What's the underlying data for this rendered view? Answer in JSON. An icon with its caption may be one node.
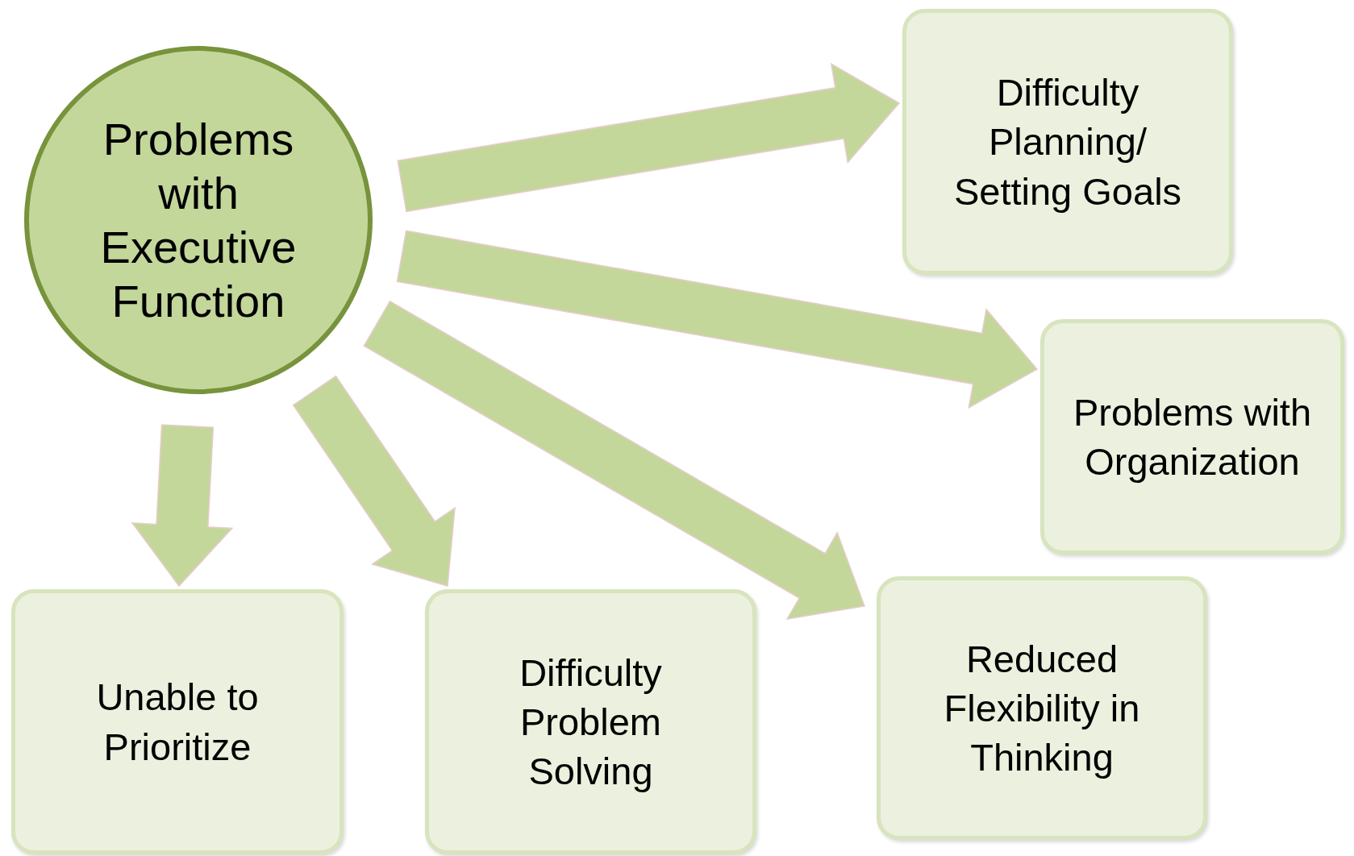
{
  "diagram": {
    "nodes": [
      {
        "text": [
          "Problems with Executive Function"
        ]
      },
      {
        "text": [
          "Difficulty Planning/ Setting Goals"
        ]
      },
      {
        "text": [
          "Problems with Organization"
        ]
      },
      {
        "text": [
          "Reduced Flexibility in Thinking"
        ]
      },
      {
        "text": [
          "Difficulty Problem Solving"
        ]
      },
      {
        "text": [
          "Unable to Prioritize"
        ]
      }
    ],
    "edges": [
      {
        "from": 0,
        "to": 1,
        "arrow": "to"
      },
      {
        "from": 0,
        "to": 2,
        "arrow": "to"
      },
      {
        "from": 0,
        "to": 3,
        "arrow": "to"
      },
      {
        "from": 0,
        "to": 4,
        "arrow": "to"
      },
      {
        "from": 0,
        "to": 5,
        "arrow": "to"
      }
    ]
  }
}
